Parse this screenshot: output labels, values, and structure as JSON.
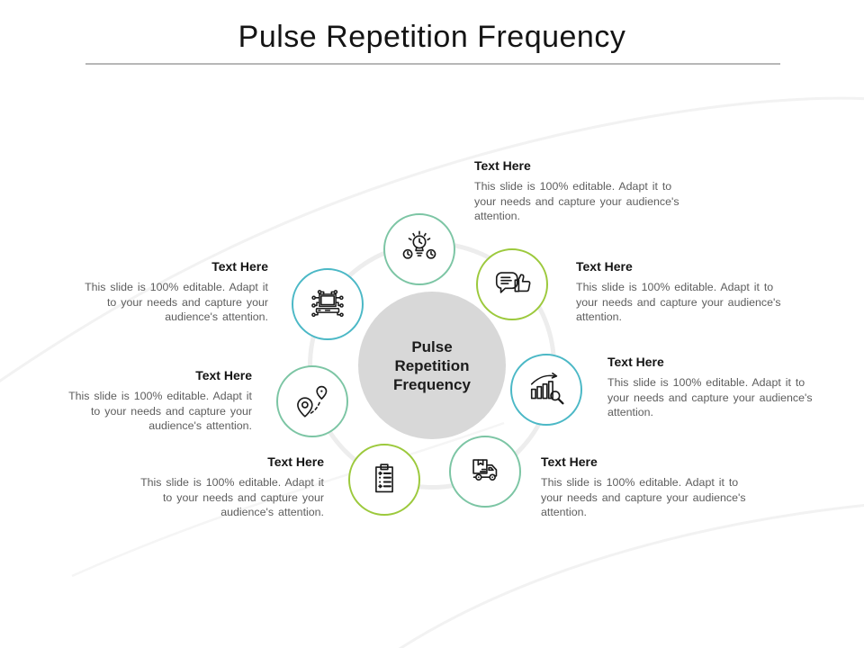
{
  "slide": {
    "title": "Pulse Repetition Frequency",
    "center_label": "Pulse Repetition Frequency"
  },
  "colors": {
    "hub_fill": "#d8d8d8",
    "orbit_ring": "#ededed",
    "title_divider": "#b7b7b7",
    "heading_text": "#141414",
    "body_text": "#5d5d5d",
    "icon_stroke": "#1a1a1a",
    "ring_teal": "#4bb8c6",
    "ring_lime": "#9cc93c",
    "ring_jade": "#7cc5a4"
  },
  "nodes": [
    {
      "id": "idea",
      "icon": "idea-clocks-icon",
      "ring_color": "#7cc5a4",
      "heading": "Text Here",
      "body": "This slide is 100% editable. Adapt it to your needs and capture your audience's attention."
    },
    {
      "id": "feedback",
      "icon": "thumbs-up-chat-icon",
      "ring_color": "#9cc93c",
      "heading": "Text Here",
      "body": "This slide is 100% editable. Adapt it to your needs and capture your audience's attention."
    },
    {
      "id": "growth",
      "icon": "bar-chart-magnifier-icon",
      "ring_color": "#4bb8c6",
      "heading": "Text Here",
      "body": "This slide is 100% editable. Adapt it to your needs and capture your audience's attention."
    },
    {
      "id": "delivery",
      "icon": "delivery-truck-icon",
      "ring_color": "#7cc5a4",
      "heading": "Text Here",
      "body": "This slide is 100% editable. Adapt it to your needs and capture your audience's attention."
    },
    {
      "id": "checklist",
      "icon": "clipboard-checklist-icon",
      "ring_color": "#9cc93c",
      "heading": "Text Here",
      "body": "This slide is 100% editable. Adapt it to your needs and capture your audience's attention."
    },
    {
      "id": "route",
      "icon": "location-pins-icon",
      "ring_color": "#7cc5a4",
      "heading": "Text Here",
      "body": "This slide is 100% editable. Adapt it to your needs and capture your audience's attention."
    },
    {
      "id": "network",
      "icon": "laptop-network-icon",
      "ring_color": "#4bb8c6",
      "heading": "Text Here",
      "body": "This slide is 100% editable. Adapt it to your needs and capture your audience's attention."
    }
  ]
}
